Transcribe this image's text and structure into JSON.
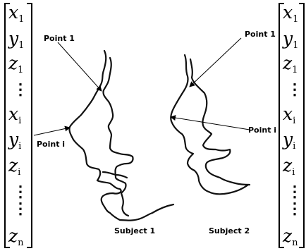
{
  "vector_left": {
    "entries": [
      {
        "sym": "x",
        "sub": "1"
      },
      {
        "sym": "y",
        "sub": "1"
      },
      {
        "sym": "z",
        "sub": "1"
      },
      {
        "sym": "⋮",
        "sub": ""
      },
      {
        "sym": "x",
        "sub": "i"
      },
      {
        "sym": "y",
        "sub": "i"
      },
      {
        "sym": "z",
        "sub": "i"
      },
      {
        "sym": "⋮",
        "sub": ""
      },
      {
        "sym": "⋮",
        "sub": ""
      },
      {
        "sym": "z",
        "sub": "n"
      }
    ]
  },
  "vector_right": {
    "entries": [
      {
        "sym": "x",
        "sub": "1"
      },
      {
        "sym": "y",
        "sub": "1"
      },
      {
        "sym": "z",
        "sub": "1"
      },
      {
        "sym": "⋮",
        "sub": ""
      },
      {
        "sym": "x",
        "sub": "i"
      },
      {
        "sym": "y",
        "sub": "i"
      },
      {
        "sym": "z",
        "sub": "i"
      },
      {
        "sym": "⋮",
        "sub": ""
      },
      {
        "sym": "⋮",
        "sub": ""
      },
      {
        "sym": "z",
        "sub": "n"
      }
    ]
  },
  "labels": {
    "subject1_point1": "Point 1",
    "subject1_pointi": "Point i",
    "subject2_point1": "Point 1",
    "subject2_pointi": "Point i",
    "subject1_caption": "Subject  1",
    "subject2_caption": "Subject 2"
  },
  "colors": {
    "line": "#000000",
    "background": "#ffffff"
  }
}
